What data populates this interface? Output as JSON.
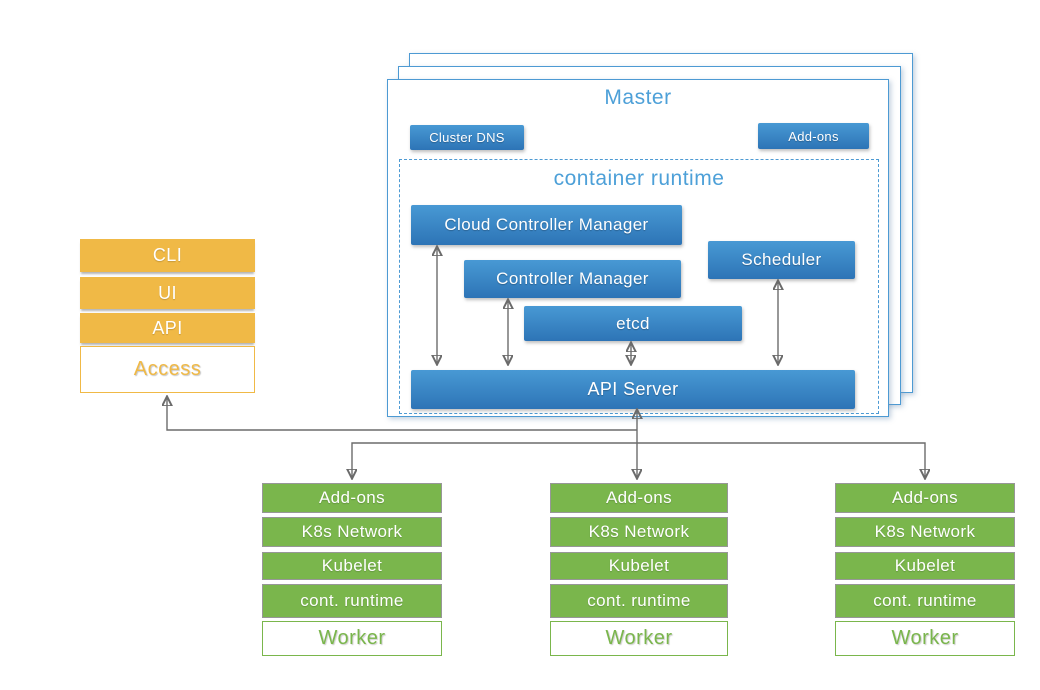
{
  "colors": {
    "blue_top": "#4899d4",
    "blue_bottom": "#2d74b6",
    "blue_outline": "#4d9ad3",
    "blue_text": "#4da0d8",
    "orange": "#f0b946",
    "green": "#7ab64c",
    "arrow_gray": "#6b6b6b"
  },
  "master": {
    "title": "Master",
    "buttons": [
      {
        "label": "Cluster DNS"
      },
      {
        "label": "Add-ons"
      }
    ],
    "container_runtime": {
      "title": "container runtime",
      "components": [
        {
          "label": "Cloud Controller Manager"
        },
        {
          "label": "Controller Manager"
        },
        {
          "label": "etcd"
        },
        {
          "label": "Scheduler"
        },
        {
          "label": "API Server"
        }
      ]
    }
  },
  "access_stack": {
    "items": [
      {
        "label": "CLI"
      },
      {
        "label": "UI"
      },
      {
        "label": "API"
      }
    ],
    "footer_label": "Access"
  },
  "workers": [
    {
      "rows": [
        "Add-ons",
        "K8s Network",
        "Kubelet",
        "cont. runtime"
      ],
      "footer_label": "Worker"
    },
    {
      "rows": [
        "Add-ons",
        "K8s Network",
        "Kubelet",
        "cont. runtime"
      ],
      "footer_label": "Worker"
    },
    {
      "rows": [
        "Add-ons",
        "K8s Network",
        "Kubelet",
        "cont. runtime"
      ],
      "footer_label": "Worker"
    }
  ]
}
